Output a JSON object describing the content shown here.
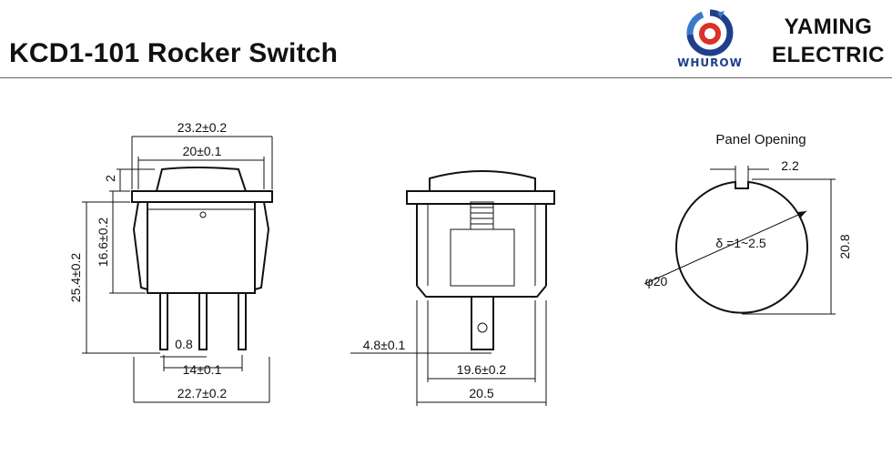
{
  "header": {
    "title": "KCD1-101 Rocker Switch",
    "brand_line1": "YAMING",
    "brand_line2": "ELECTRIC",
    "logo_text": "WHUROW"
  },
  "colors": {
    "logo_blue": "#1f3f8a",
    "logo_red": "#d8322b",
    "line": "#111111"
  },
  "front_view": {
    "overall_width": "23.2±0.2",
    "inner_width": "20±0.1",
    "rocker_offset": "2",
    "body_height": "16.6±0.2",
    "total_height": "25.4±0.2",
    "pin_width": "0.8",
    "pin_spacing": "14±0.1",
    "base_width": "22.7±0.2"
  },
  "side_view": {
    "terminal_width": "4.8±0.1",
    "body_width": "19.6±0.2",
    "flange_width": "20.5"
  },
  "panel_opening": {
    "title": "Panel Opening",
    "notch_width": "2.2",
    "thickness": "δ =1~2.5",
    "diameter": "φ20",
    "height": "20.8"
  }
}
